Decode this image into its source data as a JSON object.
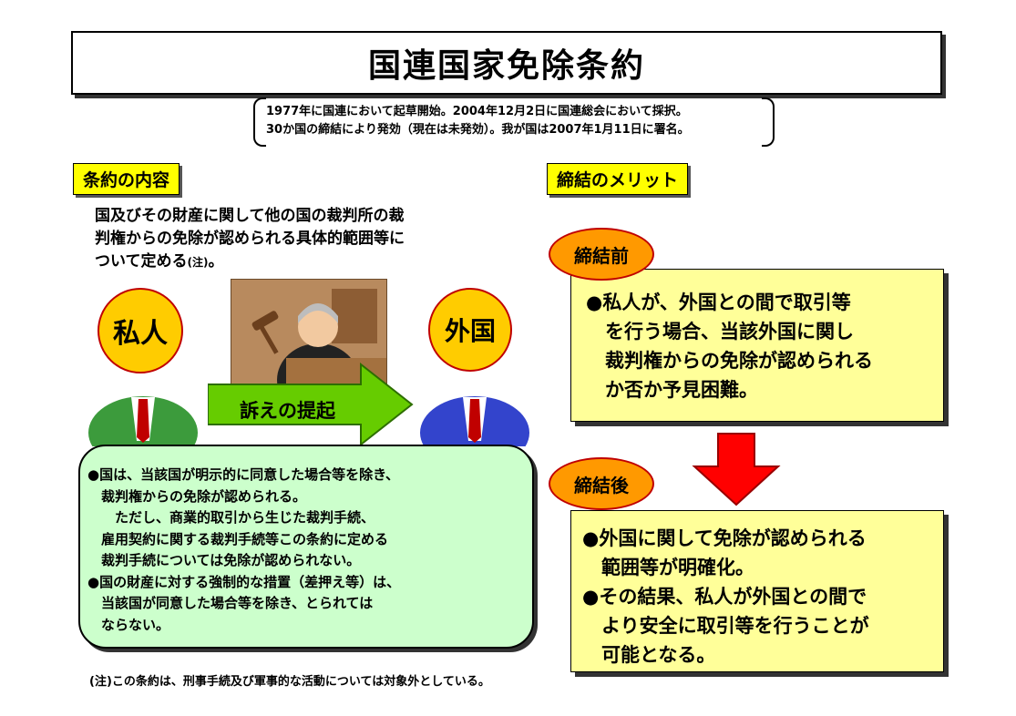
{
  "title": "国連国家免除条約",
  "summary": {
    "line1": "1977年に国連において起草開始。2004年12月2日に国連総会において採択。",
    "line2": "30か国の締結により発効（現在は未発効）。我が国は2007年1月11日に署名。"
  },
  "left": {
    "heading": "条約の内容",
    "desc_line1": "国及びその財産に関して他の国の裁判所の裁",
    "desc_line2": "判権からの免除が認められる具体的範囲等に",
    "desc_line3": "ついて定める",
    "desc_note": "(注)",
    "desc_end": "。",
    "person_private": "私人",
    "person_foreign": "外国",
    "arrow_label": "訴えの提起",
    "box_lines": [
      "●国は、当該国が明示的に同意した場合等を除き、",
      "　裁判権からの免除が認められる。",
      "　　ただし、商業的取引から生じた裁判手続、",
      "　雇用契約に関する裁判手続等この条約に定める",
      "　裁判手続については免除が認められない。",
      "●国の財産に対する強制的な措置（差押え等）は、",
      "　当該国が同意した場合等を除き、とられては",
      "　ならない。"
    ],
    "footnote": "(注)この条約は、刑事手続及び軍事的な活動については対象外としている。"
  },
  "right": {
    "heading": "締結のメリット",
    "before_label": "締結前",
    "before_lines": [
      "●私人が、外国との間で取引等",
      "　を行う場合、当該外国に関し",
      "　裁判権からの免除が認められる",
      "　か否か予見困難。"
    ],
    "after_label": "締結後",
    "after_lines": [
      "●外国に関して免除が認められる",
      "　範囲等が明確化。",
      "●その結果、私人が外国との間で",
      "　より安全に取引等を行うことが",
      "　可能となる。"
    ]
  },
  "colors": {
    "label_yellow": "#ffff00",
    "box_yellow": "#ffff99",
    "box_green": "#ccffcc",
    "arrow_green": "#66cc00",
    "arrow_red": "#ff0000",
    "oval_orange": "#ff9900"
  }
}
